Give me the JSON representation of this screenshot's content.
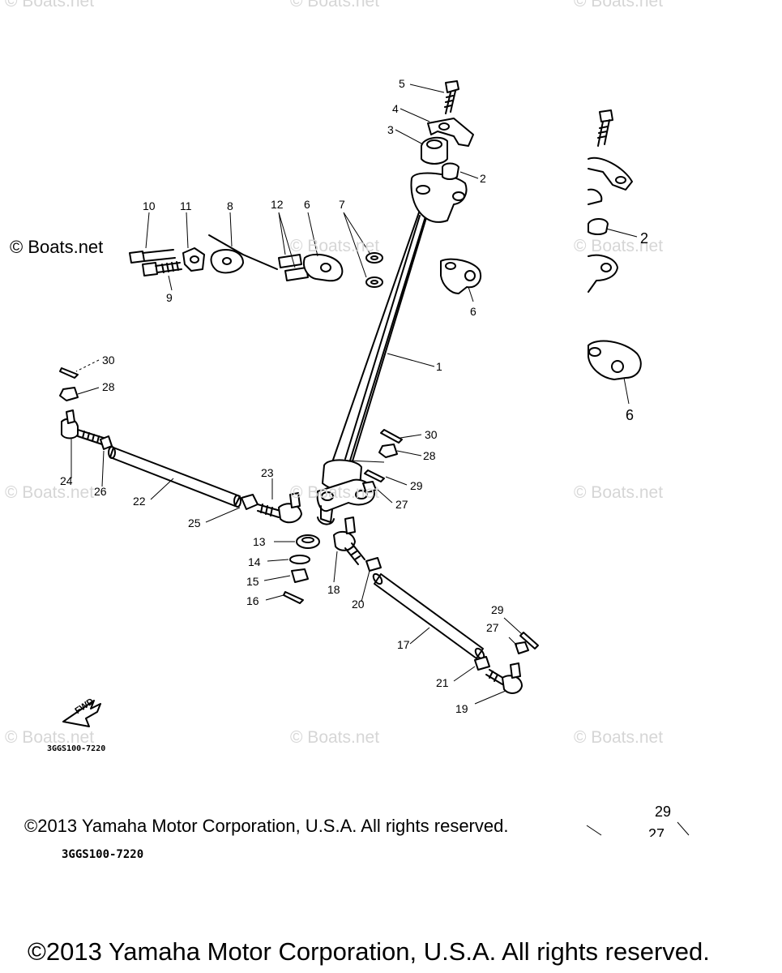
{
  "watermarks": {
    "text": "© Boats.net"
  },
  "brand_label": "© Boats.net",
  "diagram_code": "3GGS100-7220",
  "diagram_code_small": "3GGS100-7220",
  "copyright_mid": "©2013 Yamaha Motor Corporation, U.S.A. All rights reserved.",
  "copyright_bottom": "©2013 Yamaha Motor Corporation, U.S.A. All rights reserved.",
  "fwd_label": "FWD",
  "callouts": [
    "5",
    "4",
    "3",
    "2",
    "10",
    "11",
    "8",
    "12",
    "6",
    "7",
    "9",
    "6",
    "1",
    "30",
    "28",
    "24",
    "26",
    "22",
    "25",
    "23",
    "30",
    "28",
    "29",
    "27",
    "13",
    "14",
    "15",
    "16",
    "18",
    "20",
    "17",
    "29",
    "27",
    "21",
    "19"
  ],
  "inset_callouts": [
    "2",
    "6",
    "29",
    "27"
  ]
}
